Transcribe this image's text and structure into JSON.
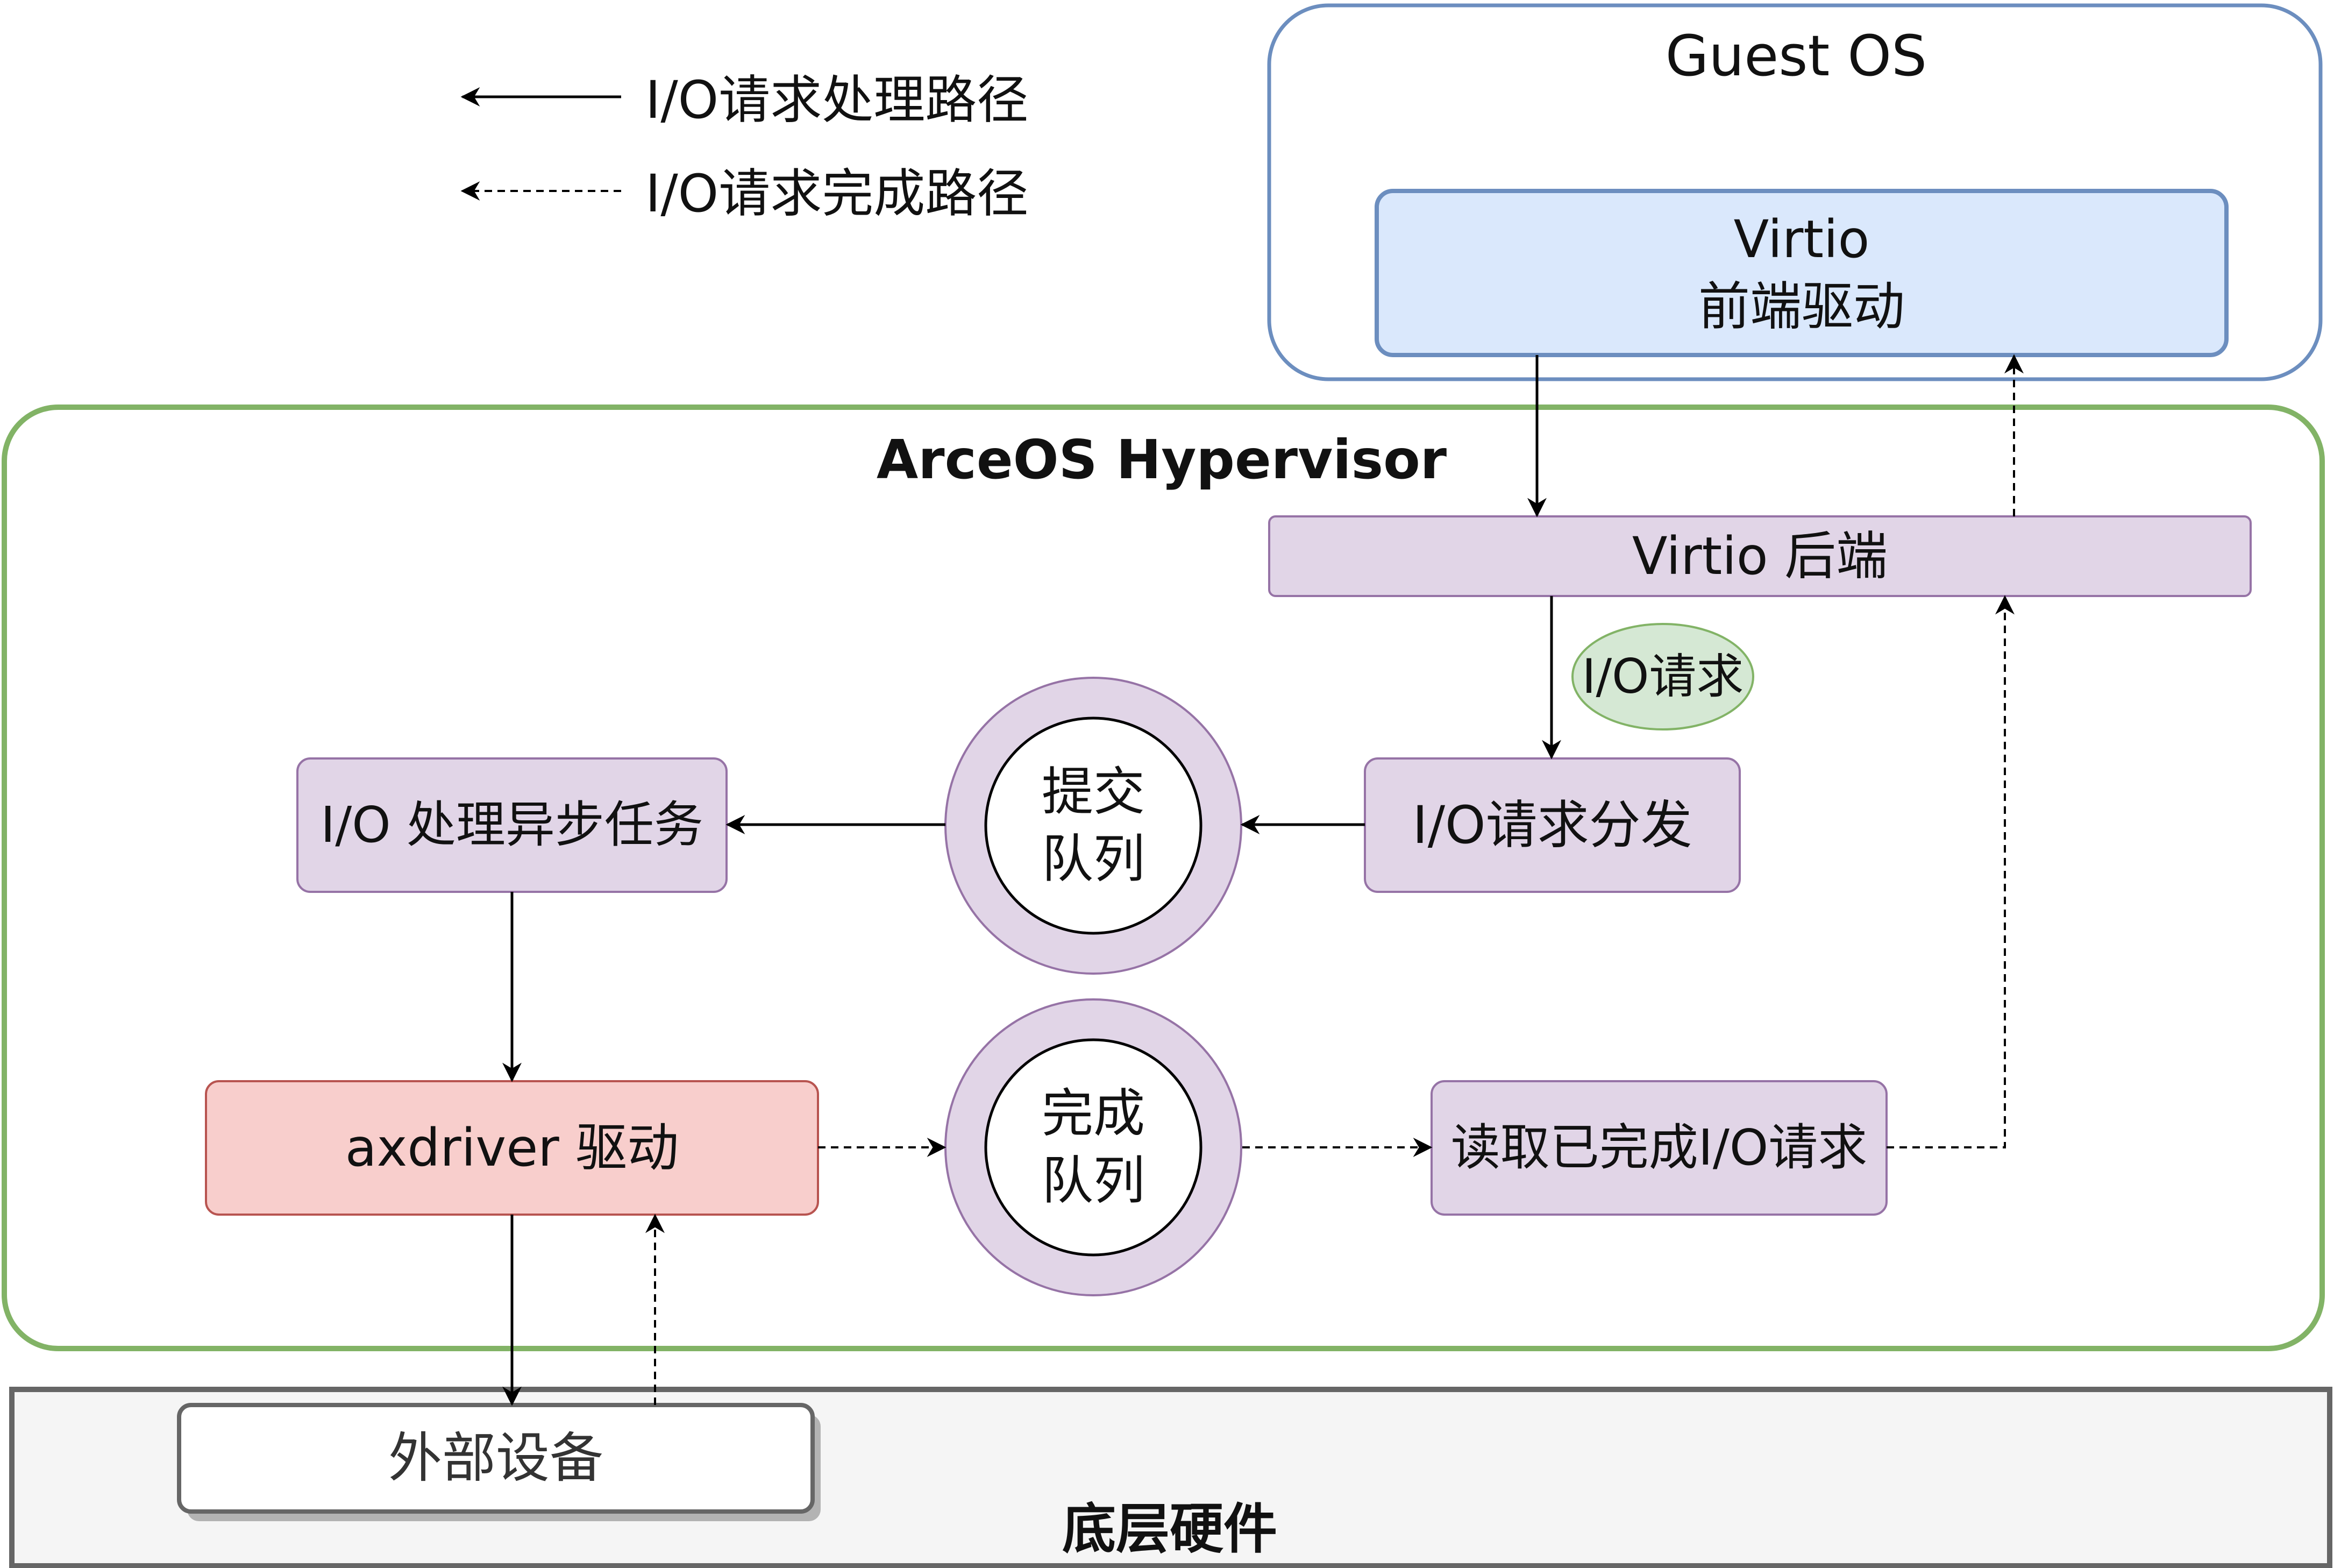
{
  "legend": {
    "solid_label": "I/O请求处理路径",
    "dashed_label": "I/O请求完成路径"
  },
  "containers": {
    "guest_os": "Guest OS",
    "hypervisor": "ArceOS Hypervisor",
    "hardware": "底层硬件"
  },
  "nodes": {
    "virtio_frontend": "Virtio\n前端驱动",
    "virtio_backend": "Virtio 后端",
    "io_request_tag": "I/O请求",
    "io_dispatch": "I/O请求分发",
    "submit_queue": "提交\n队列",
    "io_async_task": "I/O 处理异步任务",
    "axdriver": "axdriver 驱动",
    "completion_queue": "完成\n队列",
    "read_completed": "读取已完成I/O请求",
    "external_device": "外部设备"
  },
  "colors": {
    "guest_border": "#6c8ebf",
    "frontend_fill": "#dae8fc",
    "hypervisor_border": "#82b366",
    "node_fill": "#e1d5e7",
    "node_border": "#9673a6",
    "tag_fill": "#d5e8d4",
    "tag_border": "#82b366",
    "driver_fill": "#f8cecc",
    "driver_border": "#b85450",
    "hardware_fill": "#f5f5f5",
    "hardware_border": "#666666",
    "arrow": "#000000"
  }
}
